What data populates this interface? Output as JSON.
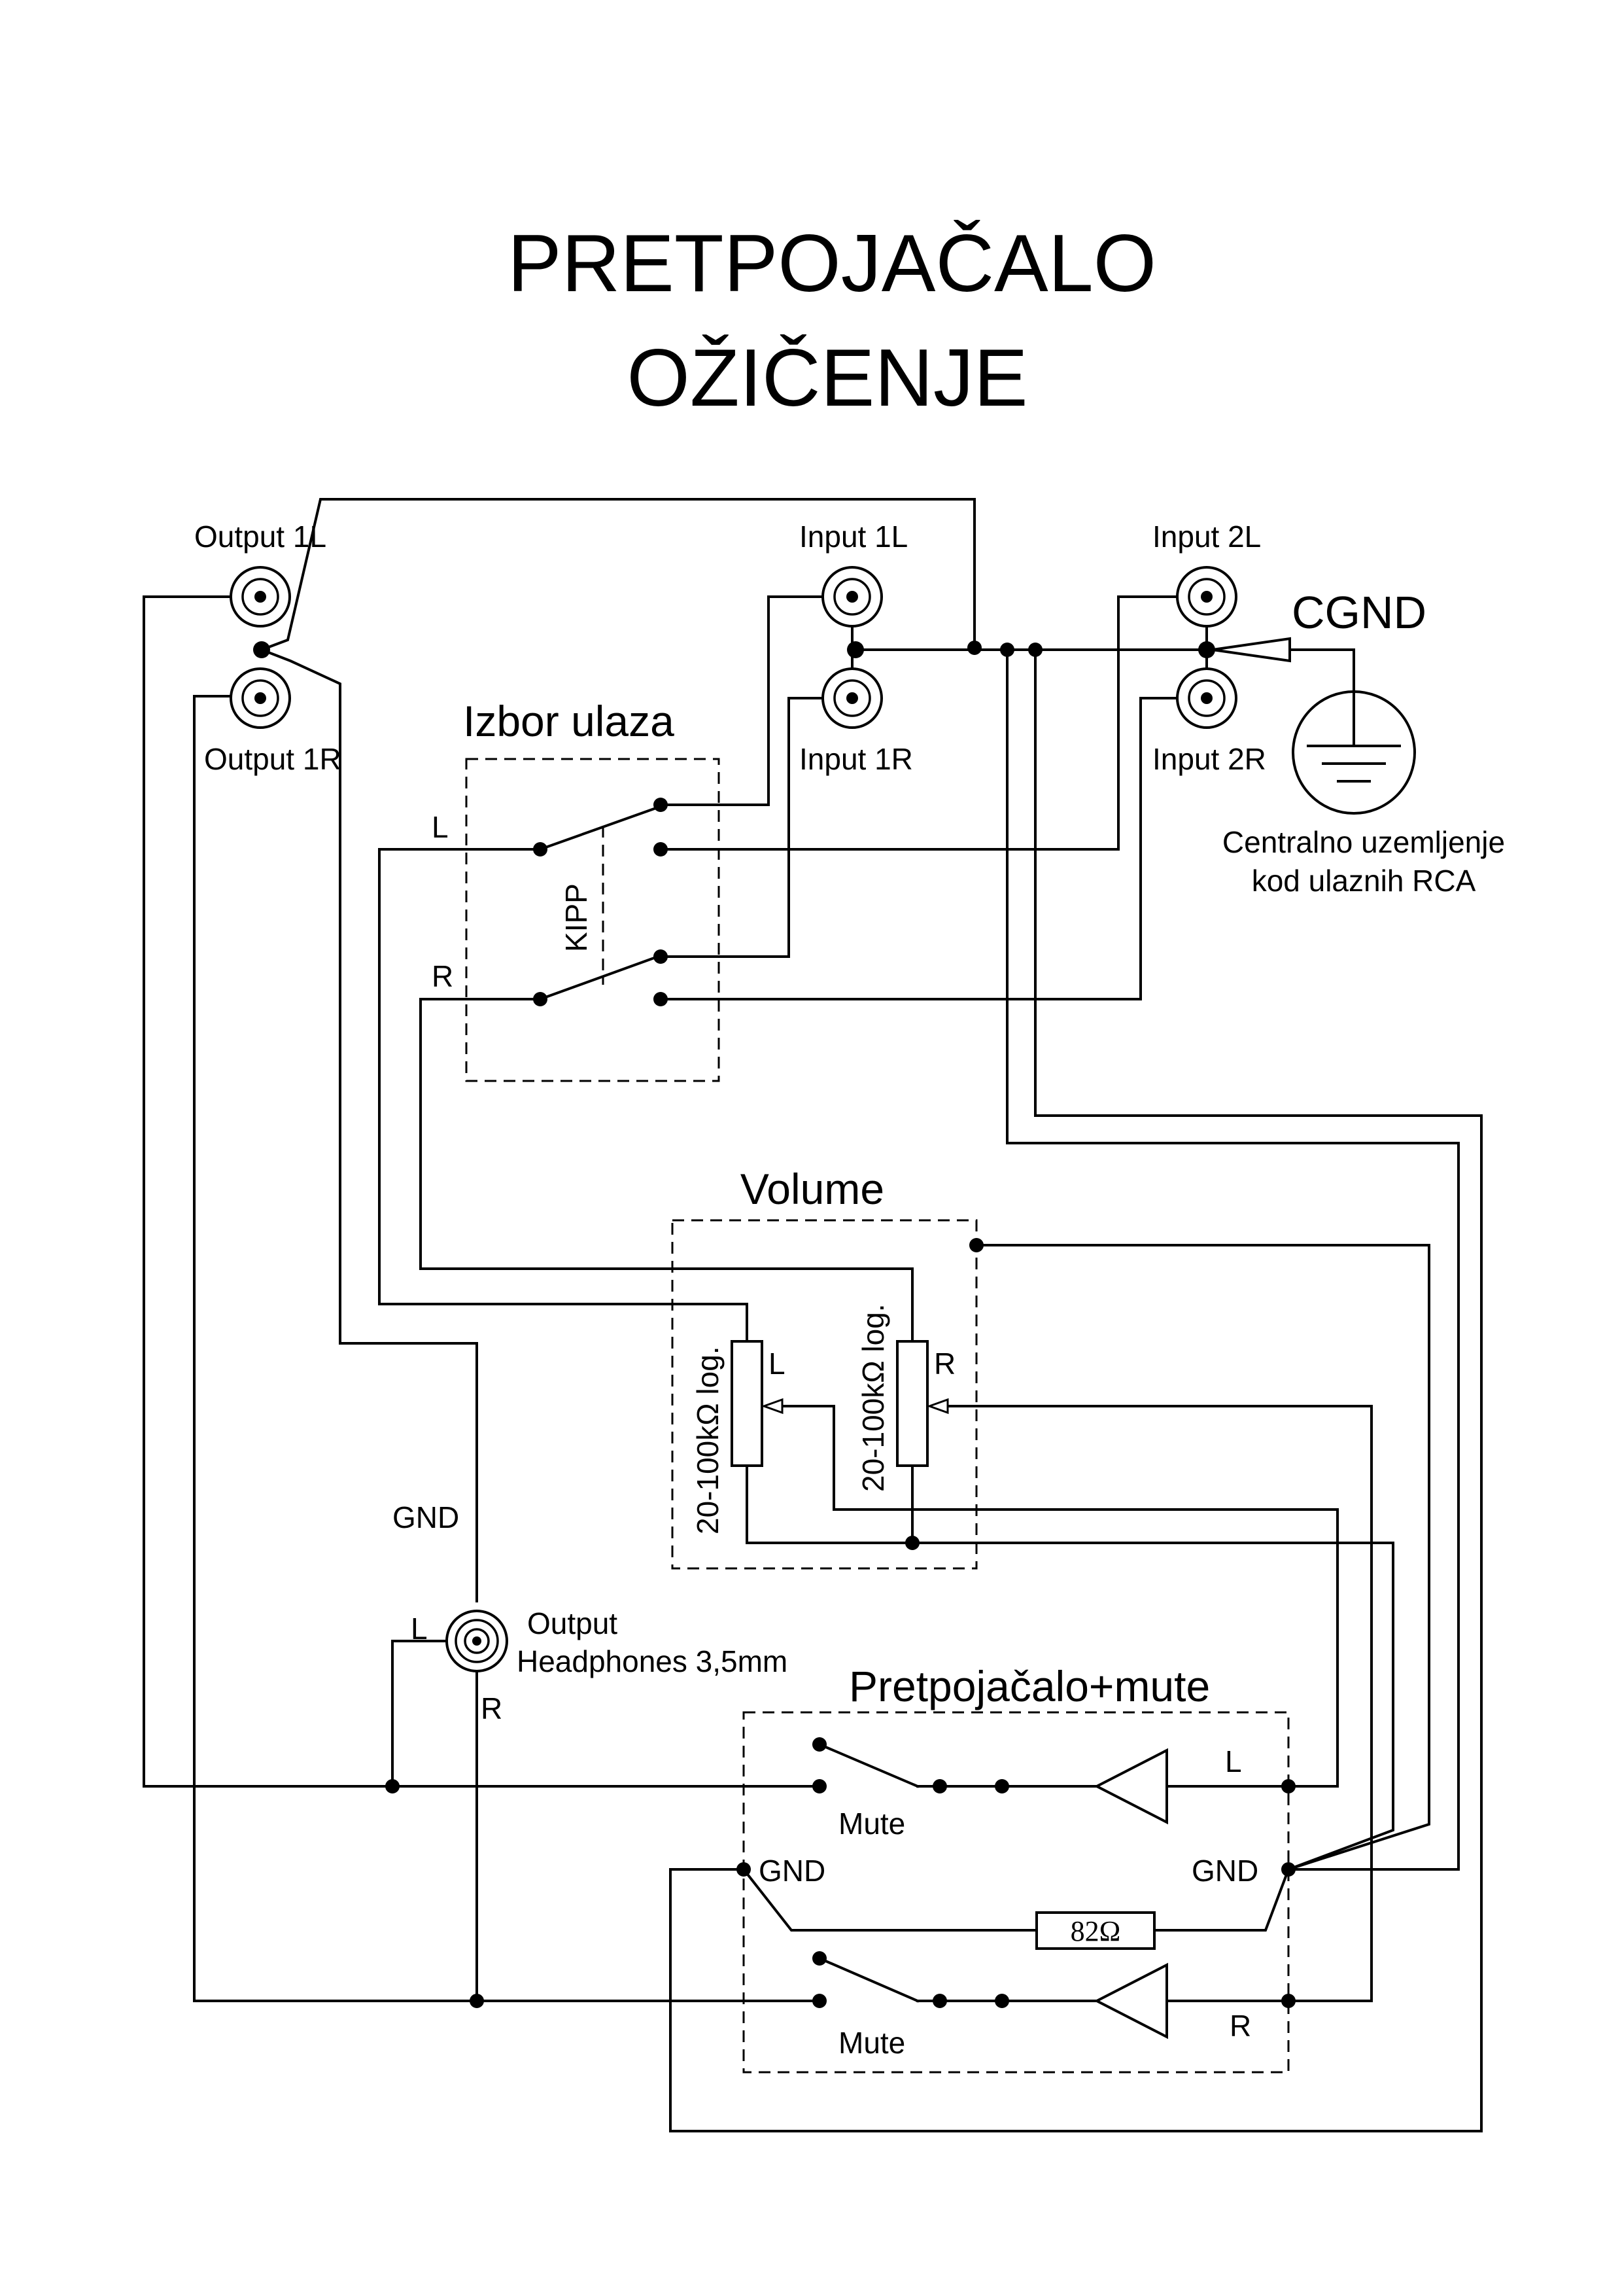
{
  "title": {
    "line1": "PRETPOJAČALO",
    "line2": "OŽIČENJE"
  },
  "connectors": {
    "output_1l": "Output 1L",
    "output_1r": "Output 1R",
    "input_1l": "Input 1L",
    "input_1r": "Input 1R",
    "input_2l": "Input 2L",
    "input_2r": "Input 2R"
  },
  "ground": {
    "cgnd": "CGND",
    "note_line1": "Centralno uzemljenje",
    "note_line2": "kod ulaznih RCA",
    "gnd": "GND"
  },
  "input_selector": {
    "title": "Izbor ulaza",
    "label_l": "L",
    "label_r": "R",
    "switch_name": "KIPP"
  },
  "volume": {
    "title": "Volume",
    "pot_left_value": "20-100kΩ log.",
    "pot_right_value": "20-100kΩ log.",
    "label_l": "L",
    "label_r": "R"
  },
  "headphones": {
    "line1": "Output",
    "line2": "Headphones 3,5mm",
    "label_l": "L",
    "label_r": "R"
  },
  "preamp": {
    "title": "Pretpojačalo+mute",
    "mute_top": "Mute",
    "mute_bottom": "Mute",
    "gnd_left": "GND",
    "gnd_right": "GND",
    "label_l": "L",
    "label_r": "R",
    "resistor": "82Ω"
  }
}
